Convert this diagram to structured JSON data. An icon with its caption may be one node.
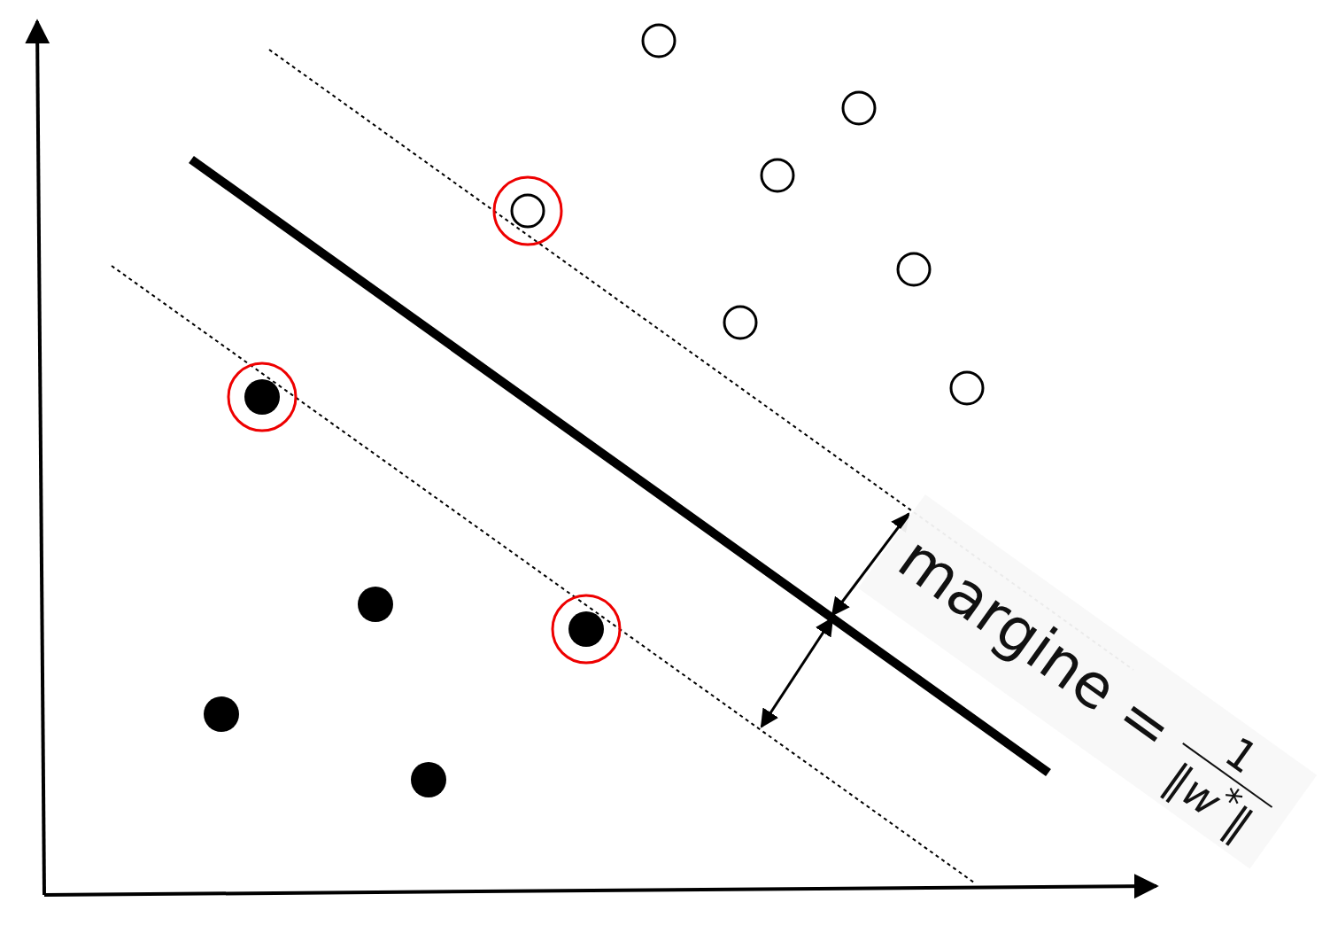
{
  "diagram": {
    "labels": [
      "margine =",
      "1",
      "‖w$^{*}$‖"
    ]
  }
}
